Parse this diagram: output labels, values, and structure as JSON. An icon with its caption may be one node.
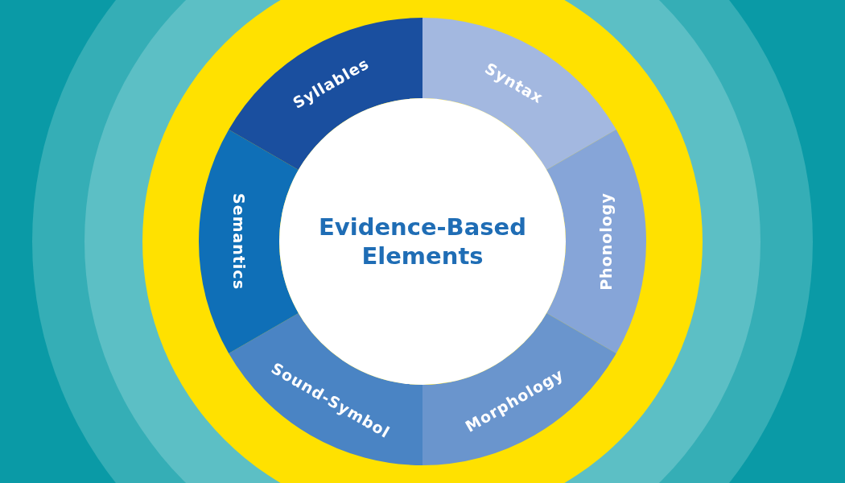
{
  "diagram": {
    "nodes": [
      {
        "text": [
          "Evidence-Based Elements"
        ]
      },
      {
        "text": [
          "Syntax"
        ]
      },
      {
        "text": [
          "Phonology"
        ]
      },
      {
        "text": [
          "Morphology"
        ]
      },
      {
        "text": [
          "Sound-Symbol"
        ]
      },
      {
        "text": [
          "Semantics"
        ]
      },
      {
        "text": [
          "Syllables"
        ]
      }
    ],
    "edges": []
  }
}
